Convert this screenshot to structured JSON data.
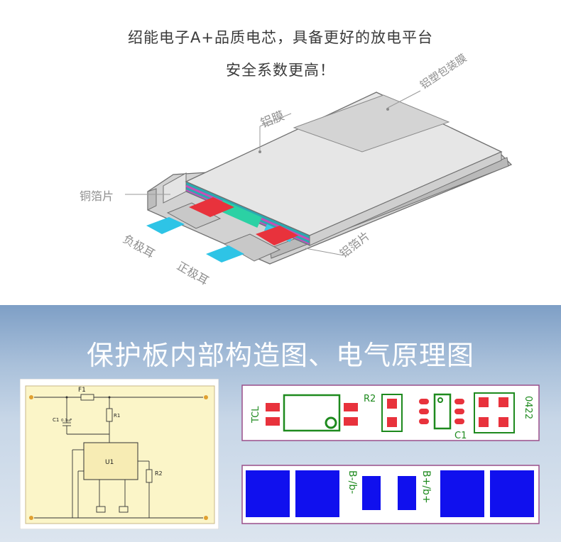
{
  "headline": {
    "line1": "绍能电子A+品质电芯，具备更好的放电平台",
    "line2": "安全系数更高！"
  },
  "cell_labels": {
    "al_film": "铝膜",
    "al_pack_film": "铝塑包装膜",
    "cu_foil": "铜箔片",
    "neg_tab": "负极耳",
    "pos_tab": "正极耳",
    "al_foil": "铝箔片"
  },
  "section_title": "保护板内部构造图、电气原理图",
  "schematic": {
    "fuse": "F1",
    "cap": "C1",
    "cap_value": "0.1uF",
    "res1": "R1",
    "ic": "U1",
    "res2": "R2"
  },
  "pcb_top": {
    "brand": "TCL",
    "r2": "R2",
    "c1": "C1",
    "code": "0422"
  },
  "pcb_bottom": {
    "b_minus": "B-/b-",
    "b_plus": "B+/b+"
  },
  "colors": {
    "pad_red": "#e8323c",
    "pcb_green": "#1e8a1e",
    "pad_blue": "#1010ee",
    "board_border": "#9a4f8a",
    "tab_cyan": "#2ec4e6"
  }
}
